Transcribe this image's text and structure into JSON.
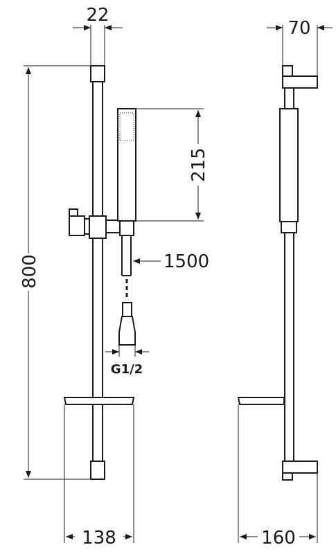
{
  "diagram": {
    "dimensions": {
      "rail_diameter": "22",
      "wall_offset": "70",
      "handshower_length": "215",
      "rail_height": "800",
      "hose_length": "1500",
      "thread": "G1/2",
      "soap_dish_width_front": "138",
      "soap_dish_depth_side": "160"
    },
    "colors": {
      "line": "#1a1a1a",
      "background": "#ffffff"
    }
  }
}
